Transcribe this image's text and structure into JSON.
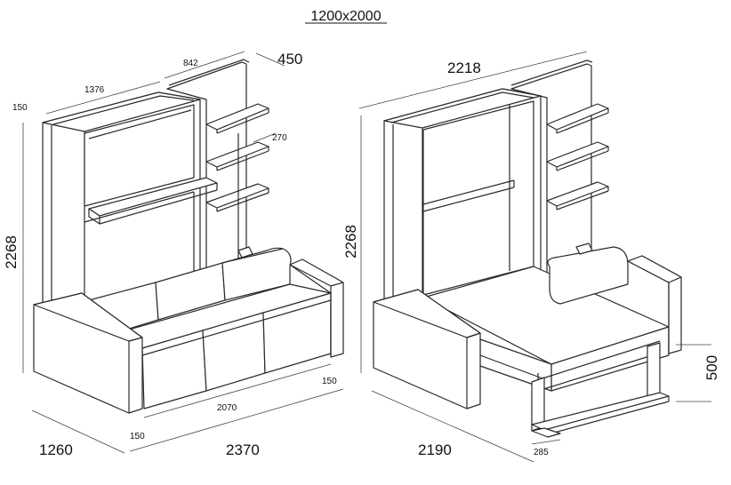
{
  "title": "1200x2000",
  "left_unit": {
    "dimensions": {
      "shelf_depth": "450",
      "shelf_width": "842",
      "bed_width": "1376",
      "side_panel": "150",
      "shelf_gap": "270",
      "height": "2268",
      "depth": "1260",
      "total_width": "2370",
      "sofa_width": "2070",
      "arm_left": "150",
      "arm_right": "150"
    }
  },
  "right_unit": {
    "dimensions": {
      "total_width": "2218",
      "height": "2268",
      "open_depth": "2190",
      "bed_height": "500",
      "leg_offset": "285"
    }
  }
}
